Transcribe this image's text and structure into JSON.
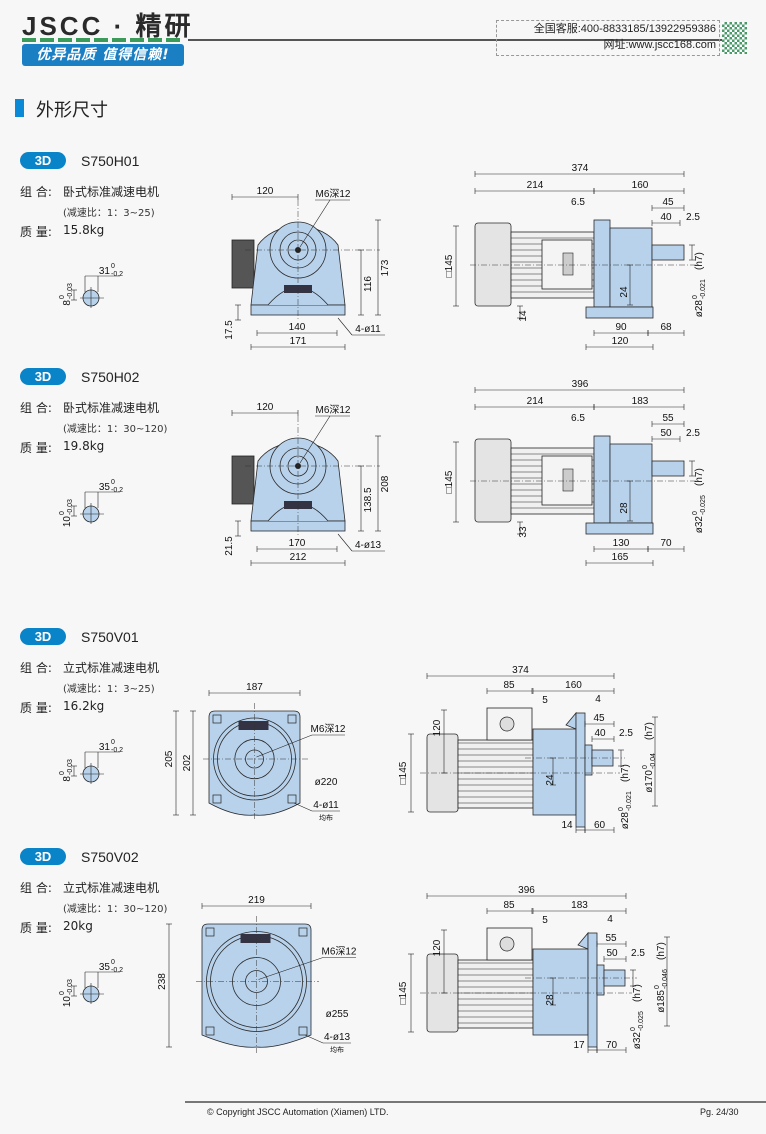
{
  "header": {
    "logo": "JSCC · 精研",
    "slogan": "优异品质 值得信赖!",
    "hotline": "全国客服:400-8833185/13922959386",
    "website": "网址:www.jscc168.com"
  },
  "section_title": "外形尺寸",
  "colors": {
    "accent": "#0a84c8",
    "part_fill": "#b8d2ec",
    "brand_green": "#3c9a5a"
  },
  "products": [
    {
      "badge": "3D",
      "model": "S750H01",
      "combo_label": "组 合:",
      "combo": "卧式标准减速电机",
      "ratio": "(减速比：1：3~25)",
      "mass_label": "质 量:",
      "mass": "15.8kg",
      "key": {
        "h": "8",
        "h_up": "0",
        "h_low": "-0.03",
        "w": "31",
        "w_up": "0",
        "w_low": "-0.2"
      },
      "front": {
        "a": "120",
        "m6": "M6深12",
        "b": "173",
        "c": "116",
        "d": "17.5",
        "e": "140",
        "f": "171",
        "g": "4-ø11"
      },
      "side": {
        "total": "374",
        "motor": "214",
        "gear": "160",
        "d1": "6.5",
        "d2": "45",
        "d3": "40",
        "d4": "2.5",
        "sq": "□145",
        "off": "24",
        "foot_h": "14",
        "shaft": {
          "base": "ø28",
          "up": "0",
          "low": "-0.021",
          "suf": "(h7)"
        },
        "span": "90",
        "end": "68",
        "foot_w": "120"
      }
    },
    {
      "badge": "3D",
      "model": "S750H02",
      "combo_label": "组 合:",
      "combo": "卧式标准减速电机",
      "ratio": "(减速比：1：30~120)",
      "mass_label": "质 量:",
      "mass": "19.8kg",
      "key": {
        "h": "10",
        "h_up": "0",
        "h_low": "-0.03",
        "w": "35",
        "w_up": "0",
        "w_low": "-0.2"
      },
      "front": {
        "a": "120",
        "m6": "M6深12",
        "b": "208",
        "c": "138.5",
        "d": "21.5",
        "e": "170",
        "f": "212",
        "g": "4-ø13"
      },
      "side": {
        "total": "396",
        "motor": "214",
        "gear": "183",
        "d1": "6.5",
        "d2": "55",
        "d3": "50",
        "d4": "2.5",
        "sq": "□145",
        "off": "28",
        "foot_h": "33",
        "shaft": {
          "base": "ø32",
          "up": "0",
          "low": "-0.025",
          "suf": "(h7)"
        },
        "span": "130",
        "end": "70",
        "foot_w": "165"
      }
    },
    {
      "badge": "3D",
      "model": "S750V01",
      "combo_label": "组 合:",
      "combo": "立式标准减速电机",
      "ratio": "(减速比：1：3~25)",
      "mass_label": "质 量:",
      "mass": "16.2kg",
      "key": {
        "h": "8",
        "h_up": "0",
        "h_low": "-0.03",
        "w": "31",
        "w_up": "0",
        "w_low": "-0.2"
      },
      "front": {
        "w": "187",
        "h1": "205",
        "h2": "202",
        "m6": "M6深12",
        "pcd": "ø220",
        "holes": "4-ø11",
        "even": "均布"
      },
      "side": {
        "total": "374",
        "box": "85",
        "gear": "160",
        "d5": "5",
        "d4": "4",
        "d45": "45",
        "d40": "40",
        "d25": "2.5",
        "h120": "120",
        "sq": "□145",
        "off": "24",
        "shaft": {
          "base": "ø28",
          "up": "0",
          "low": "-0.021",
          "suf": "(h7)"
        },
        "pilot": {
          "base": "ø170",
          "up": "0",
          "low": "-0.04",
          "suf": "(h7)"
        },
        "flange": "14",
        "end": "60"
      }
    },
    {
      "badge": "3D",
      "model": "S750V02",
      "combo_label": "组 合:",
      "combo": "立式标准减速电机",
      "ratio": "(减速比：1：30~120)",
      "mass_label": "质 量:",
      "mass": "20kg",
      "key": {
        "h": "10",
        "h_up": "0",
        "h_low": "-0.03",
        "w": "35",
        "w_up": "0",
        "w_low": "-0.2"
      },
      "front": {
        "w": "219",
        "h1": "238",
        "m6": "M6深12",
        "pcd": "ø255",
        "holes": "4-ø13",
        "even": "均布"
      },
      "side": {
        "total": "396",
        "box": "85",
        "gear": "183",
        "d5": "5",
        "d4": "4",
        "d45": "55",
        "d40": "50",
        "d25": "2.5",
        "h120": "120",
        "sq": "□145",
        "off": "28",
        "shaft": {
          "base": "ø32",
          "up": "0",
          "low": "-0.025",
          "suf": "(h7)"
        },
        "pilot": {
          "base": "ø185",
          "up": "0",
          "low": "-0.046",
          "suf": "(h7)"
        },
        "flange": "17",
        "end": "70"
      }
    }
  ],
  "footer": {
    "copyright": "© Copyright JSCC Automation (Xiamen) LTD.",
    "page": "Pg. 24/30"
  }
}
